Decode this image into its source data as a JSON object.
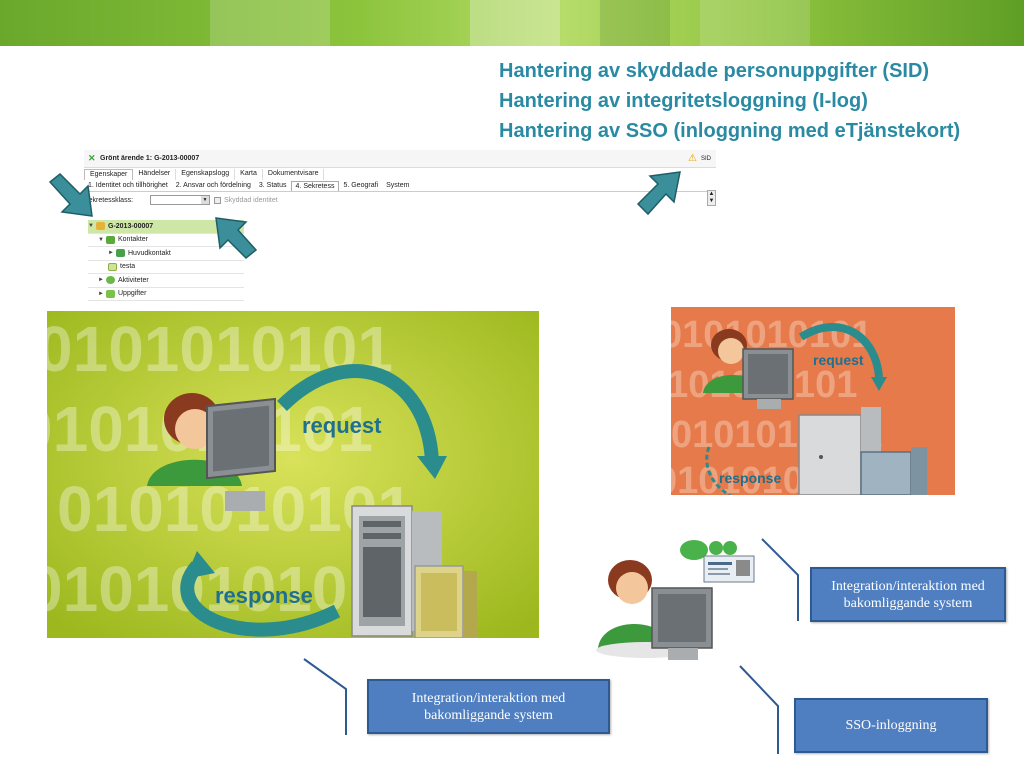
{
  "titles": [
    "Hantering av skyddade personuppgifter (SID)",
    "Hantering av integritetsloggning (I-log)",
    "Hantering av SSO (inloggning med eTjänstekort)"
  ],
  "app": {
    "window_title": "Grönt ärende 1: G-2013-00007",
    "sid_label": "SID",
    "tabs_primary": [
      "Egenskaper",
      "Händelser",
      "Egenskapslogg",
      "Karta",
      "Dokumentvisare"
    ],
    "tabs_secondary": [
      "1. Identitet och tillhörighet",
      "2. Ansvar och fördelning",
      "3. Status",
      "4. Sekretess",
      "5. Geografi",
      "System"
    ],
    "sekretess_label": "Sekretessklass:",
    "checkbox_label": "Skyddad identitet"
  },
  "tree": {
    "items": [
      "G-2013-00007",
      "Kontakter",
      "Huvudkontakt",
      "testa",
      "Aktiviteter",
      "Uppgifter"
    ]
  },
  "diagram_large": {
    "request_label": "request",
    "response_label": "response",
    "binary_text": "0101010101"
  },
  "diagram_small": {
    "request_label": "request",
    "response_label": "response",
    "binary_text": "0101010101"
  },
  "callouts": {
    "integration_right": "Integration/interaktion med bakomliggande system",
    "integration_bottom": "Integration/interaktion med bakomliggande system",
    "sso": "SSO-inloggning"
  },
  "colors": {
    "title": "#2b8aa3",
    "callout_fill": "#4f7fc0",
    "arrow_teal": "#3a8f9b",
    "green_bg": "#b6cc2a",
    "orange_bg": "#e67a4a"
  }
}
